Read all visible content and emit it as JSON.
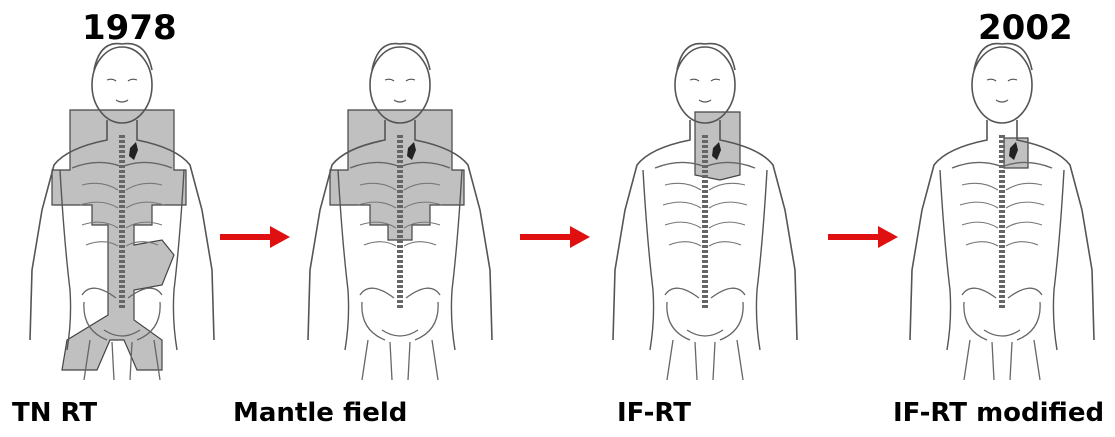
{
  "timeline": {
    "start_year": "1978",
    "end_year": "2002"
  },
  "panels": [
    {
      "caption": "TN RT"
    },
    {
      "caption": "Mantle field"
    },
    {
      "caption": "IF-RT"
    },
    {
      "caption": "IF-RT modified"
    }
  ],
  "colors": {
    "field_fill": "#8c8c8c",
    "outline": "#555555",
    "arrow": "#e01010"
  },
  "icons": {
    "arrow": "right-arrow-icon",
    "figure": "body-skeleton-figure"
  }
}
